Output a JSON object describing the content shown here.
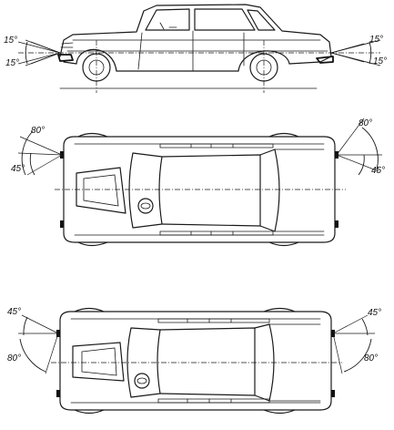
{
  "side_view": {
    "front_upper_angle": "15°",
    "front_lower_angle": "15°",
    "rear_upper_angle": "15°",
    "rear_lower_angle": "15°"
  },
  "top_view_upper": {
    "front_wide_angle": "80°",
    "front_narrow_angle": "45°",
    "rear_wide_angle": "80°",
    "rear_narrow_angle": "45°"
  },
  "top_view_lower": {
    "front_narrow_angle": "45°",
    "front_wide_angle": "80°",
    "rear_narrow_angle": "45°",
    "rear_wide_angle": "80°"
  }
}
